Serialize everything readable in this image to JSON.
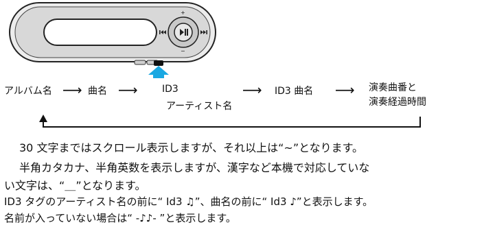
{
  "device": {
    "screen_text": "",
    "prev_button_icon": "previous-track-icon",
    "next_button_icon": "next-track-icon",
    "play_pause_icon": "play-pause-icon",
    "plus_symbol": "+",
    "minus_symbol": "−",
    "accent_color": "#1aa8e2"
  },
  "flow": {
    "step1": "アルバム名",
    "arrow": "⟶",
    "step2": "曲名",
    "step3_line1": "ID3",
    "step3_line2": "アーティスト名",
    "step4": "ID3 曲名",
    "step5_line1": "演奏曲番と",
    "step5_line2": "演奏経過時間"
  },
  "notes": {
    "line1_pre": "30 文字まではスクロール表示しますが、それ以上は“",
    "line1_symbol": "~",
    "line1_post": "”となります。",
    "line2": "半角カタカナ、半角英数を表示しますが、漢字など本機で対応していな",
    "line3_pre": "い文字は、“",
    "line3_symbol": "＿",
    "line3_post": "”となります。",
    "line4_pre": "ID3 タグのアーティスト名の前に“ Id3 ",
    "line4_icon1": "♫",
    "line4_mid": "”、曲名の前に“ Id3 ",
    "line4_icon2": "♪",
    "line4_post": "”と表示します。",
    "line5_pre": "名前が入っていない場合は“ ",
    "line5_symbol": "-♪♪-",
    "line5_post": " ”と表示します。"
  }
}
